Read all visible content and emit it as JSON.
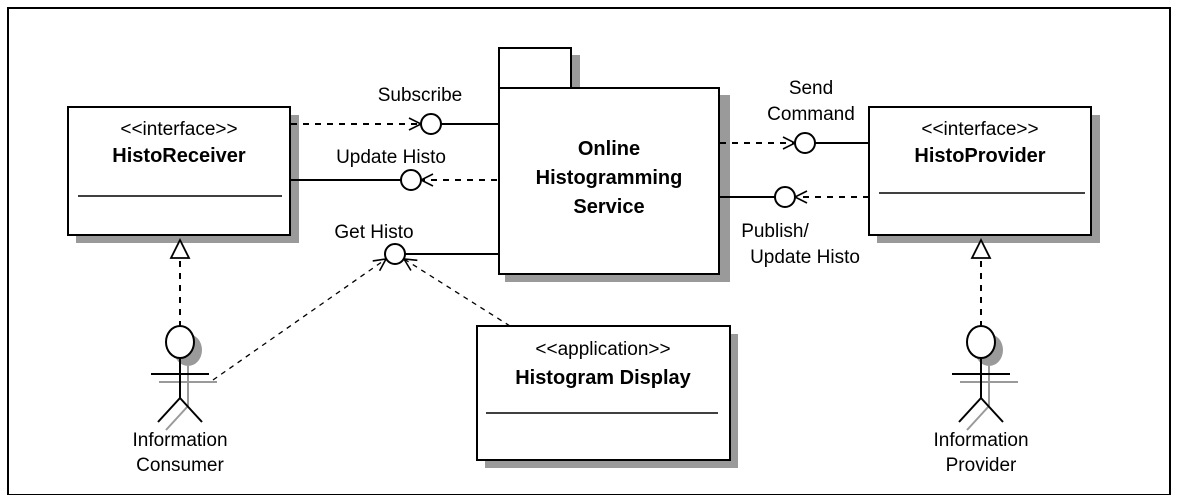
{
  "diagram": {
    "service": {
      "line1": "Online",
      "line2": "Histogramming",
      "line3": "Service"
    },
    "histo_receiver": {
      "stereotype": "<<interface>>",
      "name": "HistoReceiver"
    },
    "histo_provider": {
      "stereotype": "<<interface>>",
      "name": "HistoProvider"
    },
    "histogram_display": {
      "stereotype": "<<application>>",
      "name": "Histogram Display"
    },
    "interfaces": {
      "subscribe": "Subscribe",
      "update_histo": "Update Histo",
      "get_histo": "Get Histo",
      "send_command_1": "Send",
      "send_command_2": "Command",
      "publish_1": "Publish/",
      "publish_2": "Update Histo"
    },
    "actors": {
      "consumer_1": "Information",
      "consumer_2": "Consumer",
      "provider_1": "Information",
      "provider_2": "Provider"
    }
  }
}
